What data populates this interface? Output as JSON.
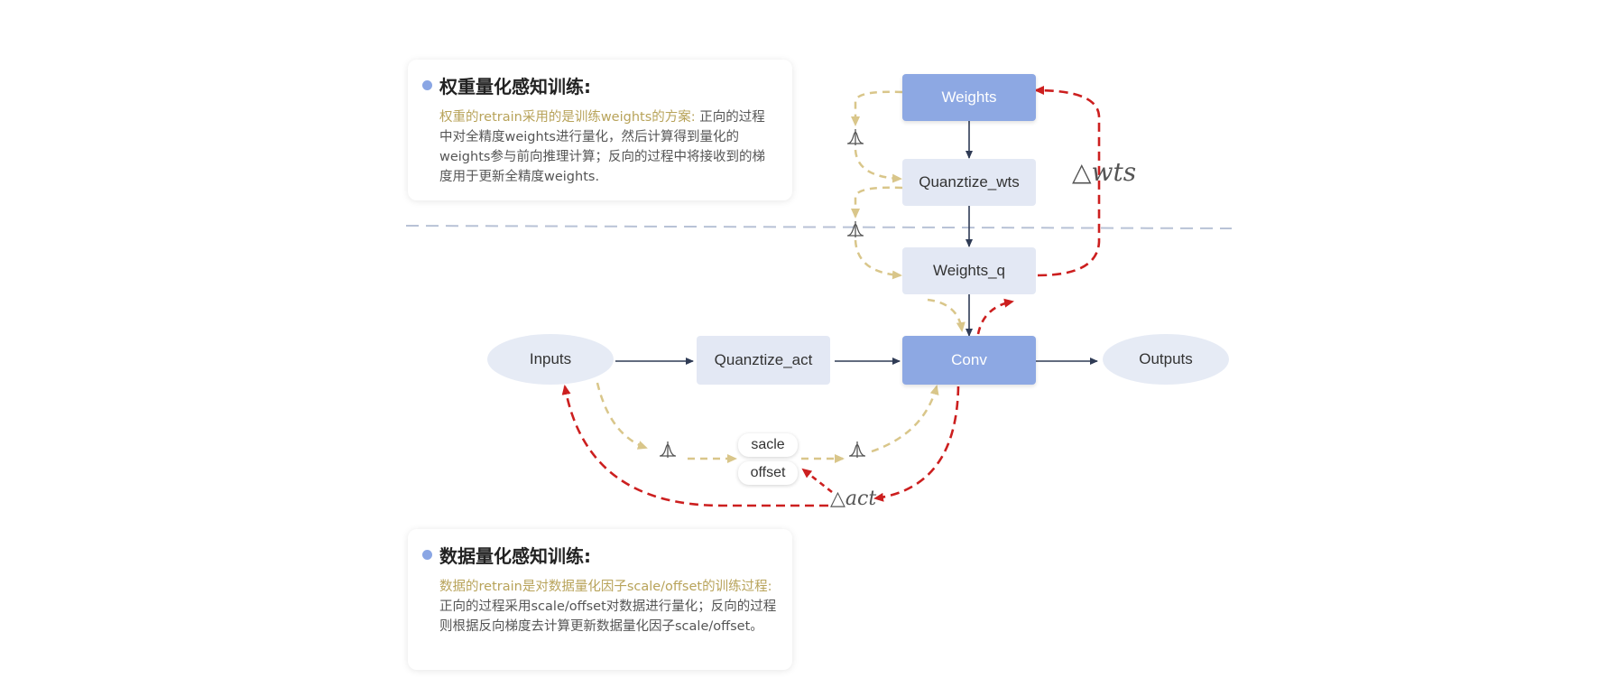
{
  "weight_card": {
    "title": "权重量化感知训练:",
    "highlight": "权重的retrain采用的是训练weights的方案:",
    "body": " 正向的过程中对全精度weights进行量化，然后计算得到量化的weights参与前向推理计算；反向的过程中将接收到的梯度用于更新全精度weights."
  },
  "data_card": {
    "title": "数据量化感知训练:",
    "highlight": "数据的retrain是对数据量化因子scale/offset的训练过程:",
    "body": " 正向的过程采用scale/offset对数据进行量化；反向的过程则根据反向梯度去计算更新数据量化因子scale/offset。"
  },
  "nodes": {
    "weights": "Weights",
    "quant_wts": "Quanztize_wts",
    "weights_q": "Weights_q",
    "inputs": "Inputs",
    "quant_act": "Quanztize_act",
    "conv": "Conv",
    "outputs": "Outputs",
    "scale": "sacle",
    "offset": "offset"
  },
  "gradients": {
    "wts": "△wts",
    "act": "△act"
  },
  "colors": {
    "dark_box": "#8da8e3",
    "light_box": "#e3e8f4",
    "forward_arrow": "#2f3b55",
    "backward_arrow": "#cc1f1f",
    "quant_arrow": "#d9c68a",
    "divider": "#b8c2d6",
    "highlight_text": "#b8a35a"
  },
  "icons": [
    "quantizer-icon"
  ]
}
